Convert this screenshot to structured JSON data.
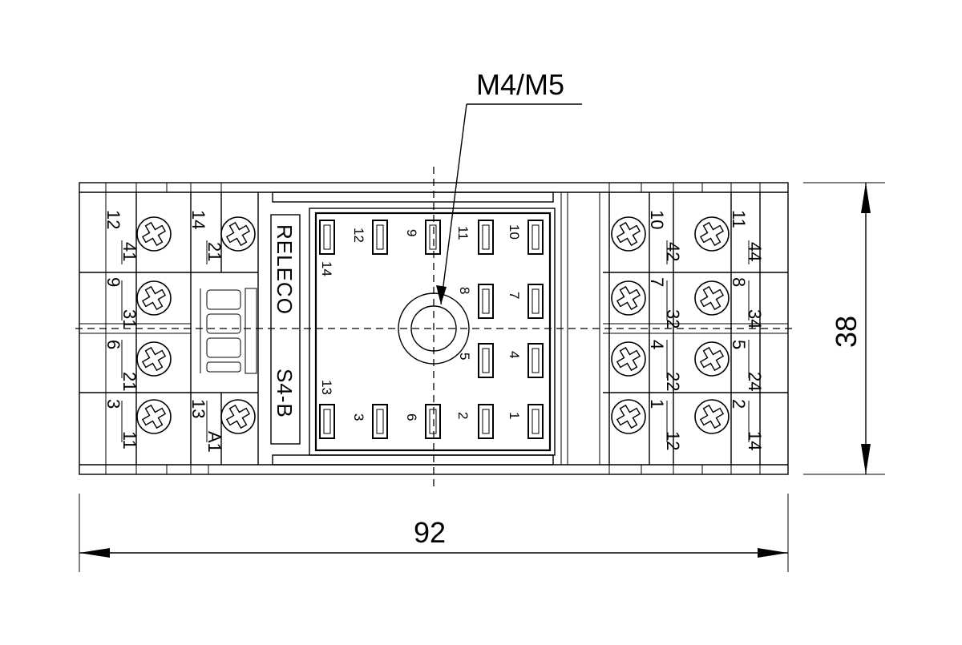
{
  "callout": {
    "label": "M4/M5"
  },
  "dimensions": {
    "width": "92",
    "height": "38"
  },
  "brand": {
    "name": "RELECO",
    "model": "S4-B"
  },
  "terminals": {
    "left": [
      {
        "num": "12",
        "code": "41"
      },
      {
        "num": "14",
        "code": "21"
      },
      {
        "num": "9",
        "code": "31"
      },
      {
        "num": "6",
        "code": "21"
      },
      {
        "num": "3",
        "code": "11"
      },
      {
        "num": "13",
        "code": "A1"
      }
    ],
    "right": [
      {
        "num": "10",
        "code": "42"
      },
      {
        "num": "11",
        "code": "44"
      },
      {
        "num": "7",
        "code": "32"
      },
      {
        "num": "8",
        "code": "34"
      },
      {
        "num": "4",
        "code": "22"
      },
      {
        "num": "5",
        "code": "24"
      },
      {
        "num": "1",
        "code": "12"
      },
      {
        "num": "2",
        "code": "14"
      }
    ]
  },
  "socket_pins": [
    "14",
    "12",
    "9",
    "11",
    "10",
    "8",
    "7",
    "5",
    "4",
    "13",
    "3",
    "6",
    "2",
    "1"
  ]
}
